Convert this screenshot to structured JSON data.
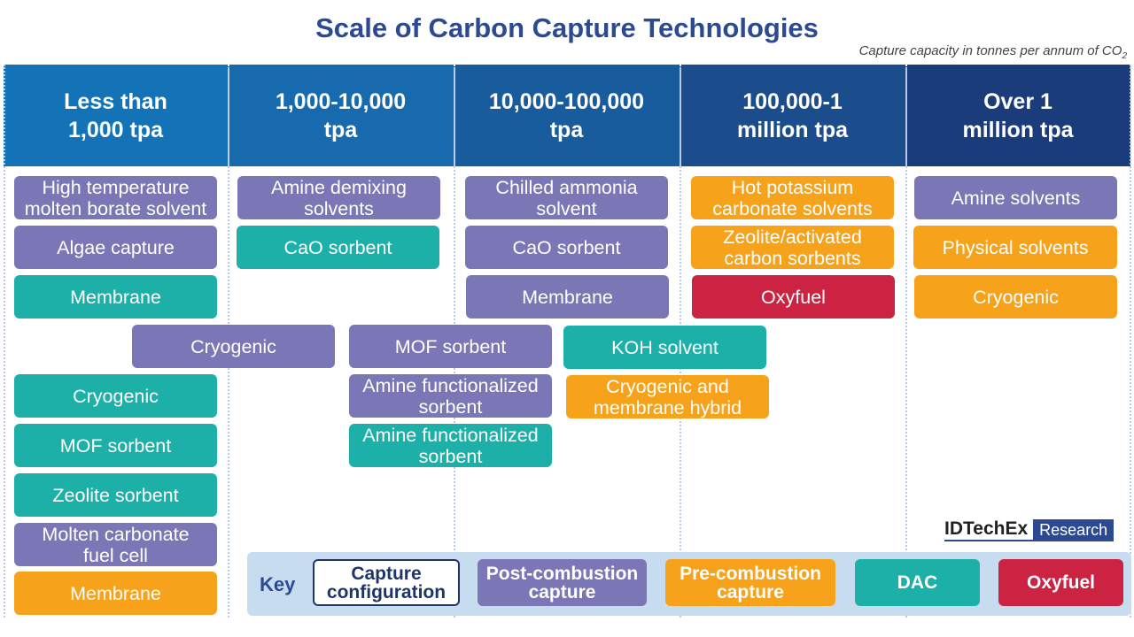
{
  "title": "Scale of Carbon Capture Technologies",
  "subtitle": {
    "prefix": "Capture capacity in tonnes per annum of CO",
    "subscript": "2"
  },
  "columns": [
    {
      "line1": "Less than",
      "line2": "1,000 tpa"
    },
    {
      "line1": "1,000-10,000",
      "line2": "tpa"
    },
    {
      "line1": "10,000-100,000",
      "line2": "tpa"
    },
    {
      "line1": "100,000-1",
      "line2": "million tpa"
    },
    {
      "line1": "Over 1",
      "line2": "million tpa"
    }
  ],
  "boxes": [
    {
      "line1": "High temperature",
      "line2": "molten borate solvent",
      "category": "Post-combustion capture"
    },
    {
      "line1": "Algae capture",
      "line2": "",
      "category": "Post-combustion capture"
    },
    {
      "line1": "Membrane",
      "line2": "",
      "category": "DAC"
    },
    {
      "line1": "Cryogenic",
      "line2": "",
      "category": "DAC"
    },
    {
      "line1": "MOF sorbent",
      "line2": "",
      "category": "DAC"
    },
    {
      "line1": "Zeolite sorbent",
      "line2": "",
      "category": "DAC"
    },
    {
      "line1": "Molten carbonate",
      "line2": "fuel cell",
      "category": "Post-combustion capture"
    },
    {
      "line1": "Membrane",
      "line2": "",
      "category": "Pre-combustion capture"
    },
    {
      "line1": "Cryogenic",
      "line2": "",
      "category": "Post-combustion capture"
    },
    {
      "line1": "Amine demixing",
      "line2": "solvents",
      "category": "Post-combustion capture"
    },
    {
      "line1": "CaO sorbent",
      "line2": "",
      "category": "DAC"
    },
    {
      "line1": "MOF sorbent",
      "line2": "",
      "category": "Post-combustion capture"
    },
    {
      "line1": "Amine functionalized",
      "line2": "sorbent",
      "category": "Post-combustion capture"
    },
    {
      "line1": "Amine functionalized",
      "line2": "sorbent",
      "category": "DAC"
    },
    {
      "line1": "Chilled ammonia",
      "line2": "solvent",
      "category": "Post-combustion capture"
    },
    {
      "line1": "CaO sorbent",
      "line2": "",
      "category": "Post-combustion capture"
    },
    {
      "line1": "Membrane",
      "line2": "",
      "category": "Post-combustion capture"
    },
    {
      "line1": "KOH solvent",
      "line2": "",
      "category": "DAC"
    },
    {
      "line1": "Cryogenic and",
      "line2": "membrane hybrid",
      "category": "Pre-combustion capture"
    },
    {
      "line1": "Hot potassium",
      "line2": "carbonate solvents",
      "category": "Pre-combustion capture"
    },
    {
      "line1": "Zeolite/activated",
      "line2": "carbon sorbents",
      "category": "Pre-combustion capture"
    },
    {
      "line1": "Oxyfuel",
      "line2": "",
      "category": "Oxyfuel"
    },
    {
      "line1": "Amine solvents",
      "line2": "",
      "category": "Post-combustion capture"
    },
    {
      "line1": "Physical solvents",
      "line2": "",
      "category": "Pre-combustion capture"
    },
    {
      "line1": "Cryogenic",
      "line2": "",
      "category": "Pre-combustion capture"
    }
  ],
  "key": {
    "label": "Key",
    "items": [
      {
        "line1": "Capture",
        "line2": "configuration"
      },
      {
        "line1": "Post-combustion",
        "line2": "capture",
        "color": "#7b76b5"
      },
      {
        "line1": "Pre-combustion",
        "line2": "capture",
        "color": "#f7a21b"
      },
      {
        "line1": "DAC",
        "line2": "",
        "color": "#1cb0a8"
      },
      {
        "line1": "Oxyfuel",
        "line2": "",
        "color": "#cb2341"
      }
    ]
  },
  "logo": {
    "brand": "IDTechEx",
    "tag": "Research"
  },
  "colors": {
    "header_gradient_start": "#1474b8",
    "header_gradient_end": "#1b3775",
    "title": "#2b4a91"
  }
}
